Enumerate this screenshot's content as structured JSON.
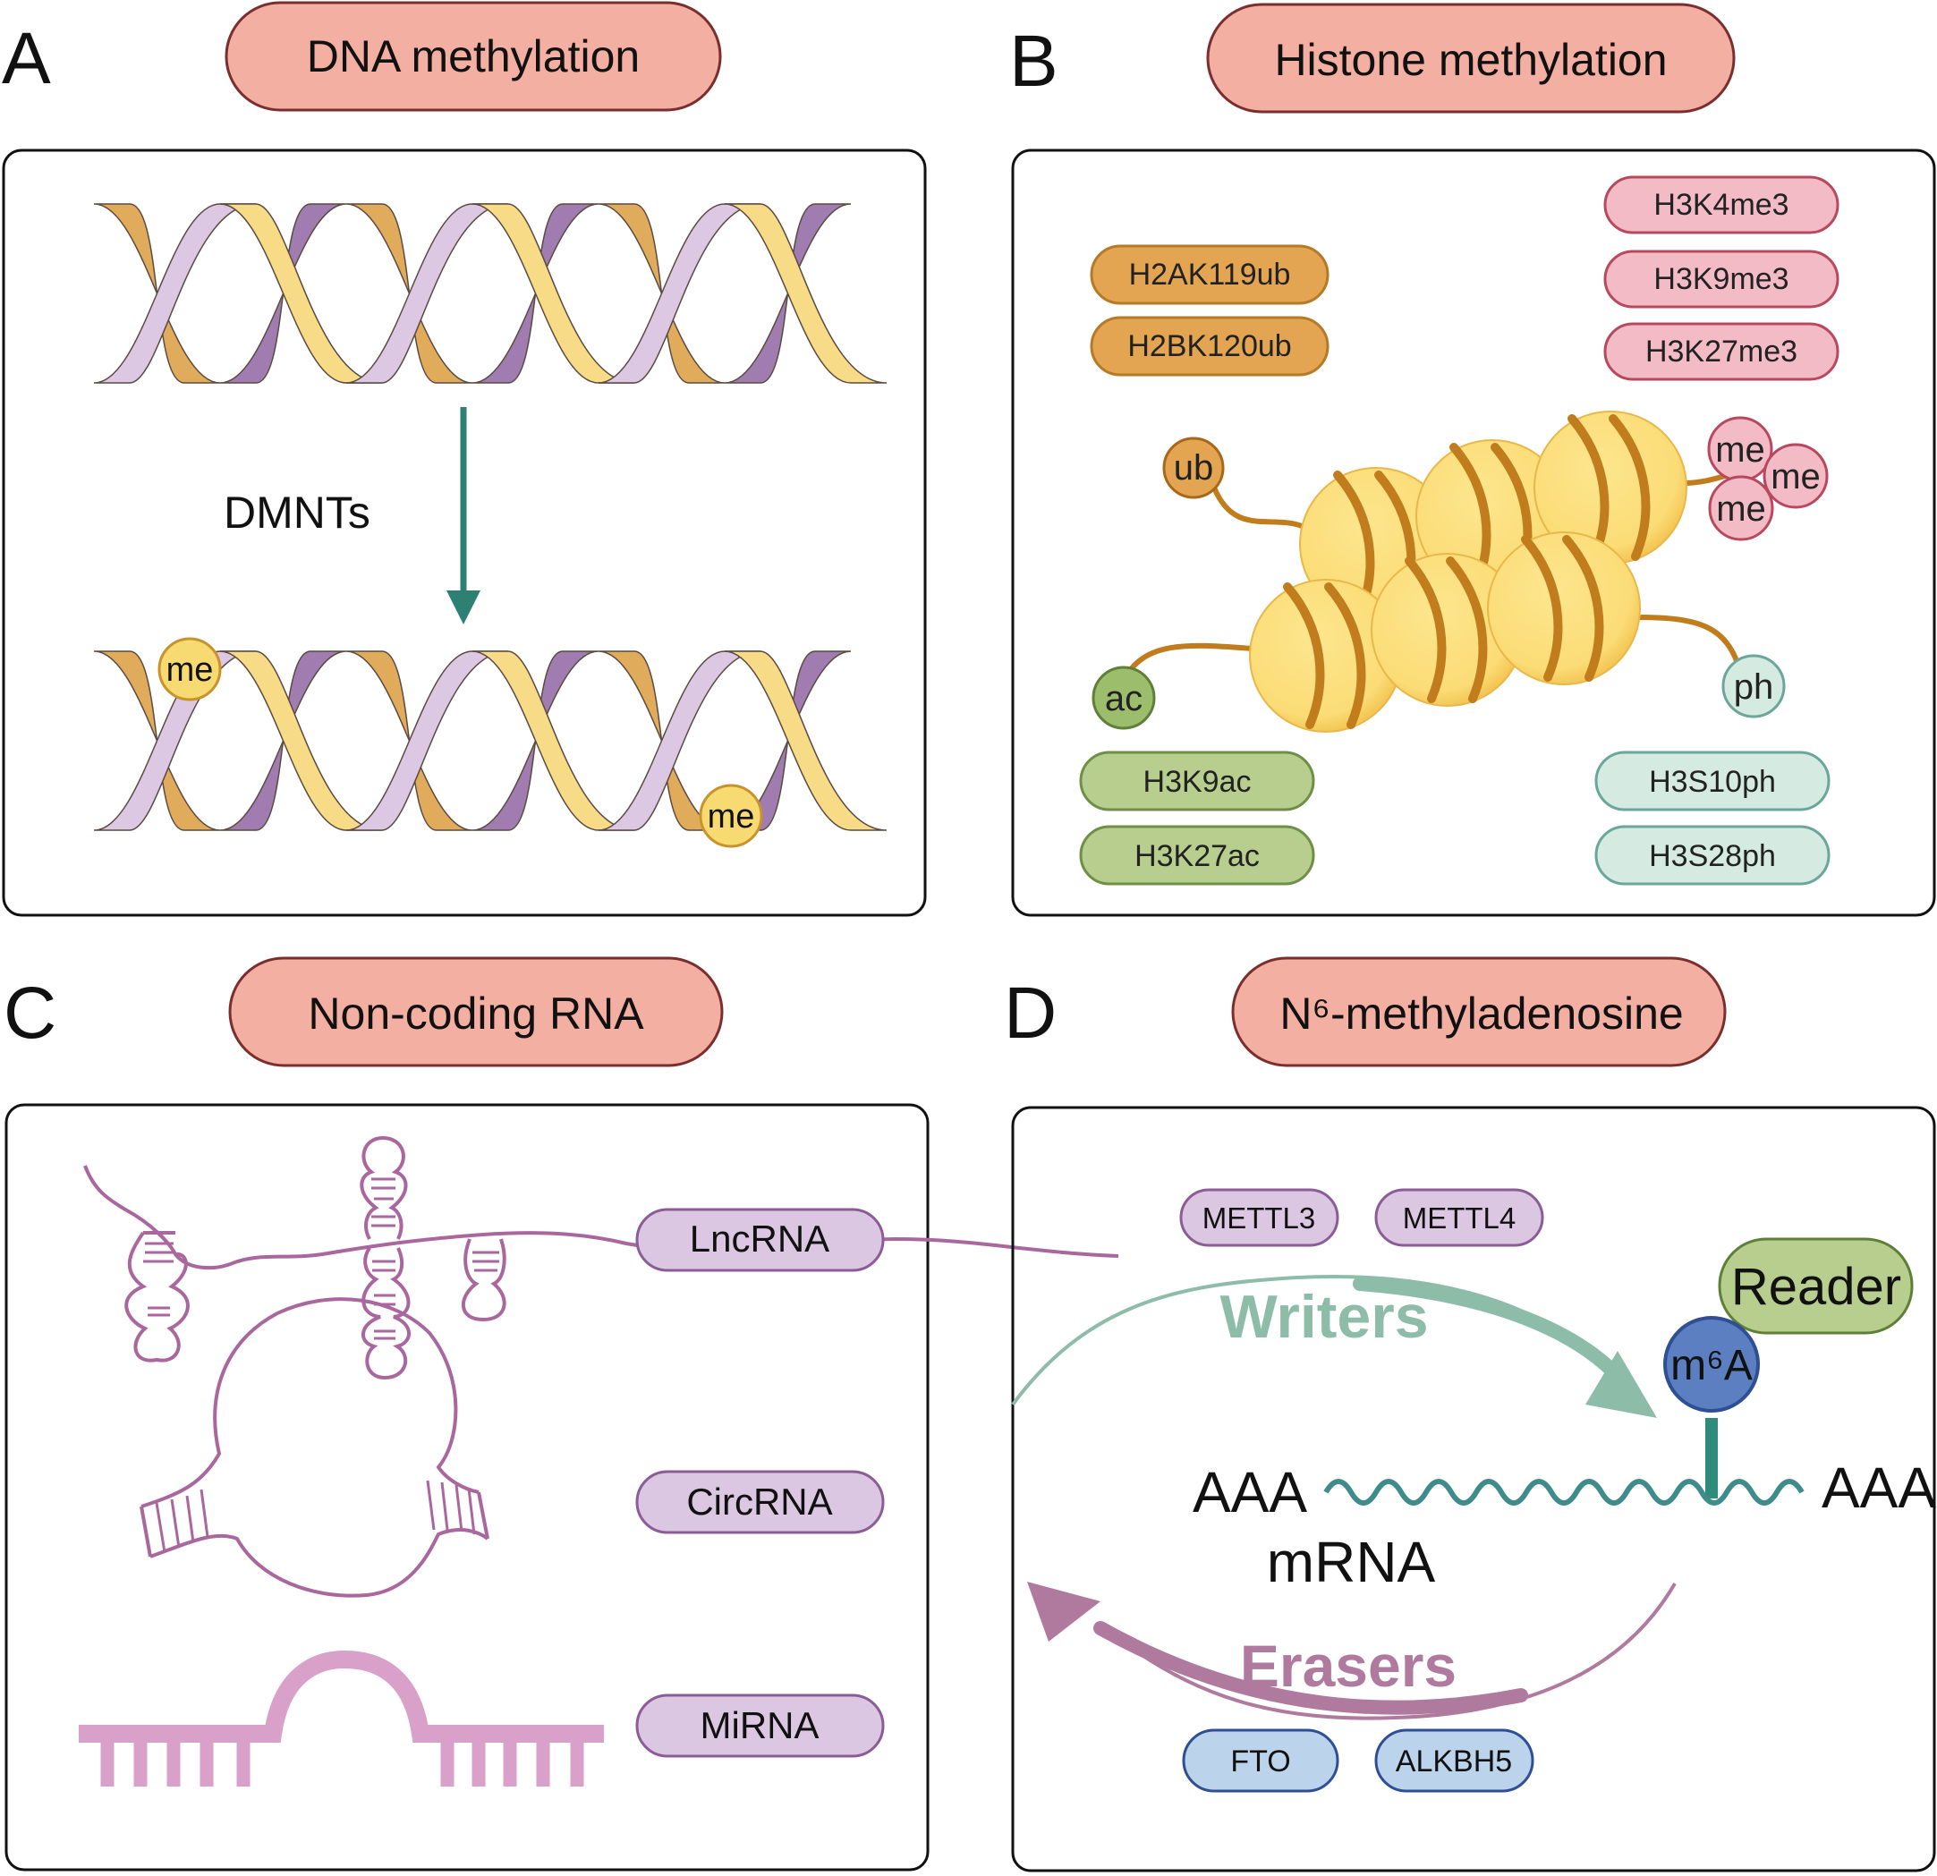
{
  "panels": [
    {
      "letter": "A",
      "title": "DNA methylation"
    },
    {
      "letter": "B",
      "title": "Histone methylation"
    },
    {
      "letter": "C",
      "title": "Non-coding RNA"
    },
    {
      "letter": "D",
      "title": "N⁶-methyladenosine"
    }
  ],
  "panel_a": {
    "enzyme_label": "DMNTs",
    "mark_label": "me",
    "colors": {
      "purple_light": "#DDC8E4",
      "purple_dark": "#A07CB0",
      "gold": "#E0AC5C",
      "yellow": "#F7DB86",
      "arrow": "#2E8073"
    }
  },
  "panel_b": {
    "ub_tags": [
      "H2AK119ub",
      "H2BK120ub"
    ],
    "me_tags": [
      "H3K4me3",
      "H3K9me3",
      "H3K27me3"
    ],
    "ac_tags": [
      "H3K9ac",
      "H3K27ac"
    ],
    "ph_tags": [
      "H3S10ph",
      "H3S28ph"
    ],
    "mods": {
      "ub": "ub",
      "me": "me",
      "ac": "ac",
      "ph": "ph"
    },
    "colors": {
      "ub": "#E3A552",
      "me": "#F3BBC6",
      "ac": "#B8CE8E",
      "ph": "#D5EBE1",
      "nucleosome": "#FBDC76",
      "dna": "#C17D1D"
    }
  },
  "panel_c": {
    "labels": [
      "LncRNA",
      "CircRNA",
      "MiRNA"
    ],
    "colors": {
      "tag": "#DCC7E2",
      "rna": "#A9679E",
      "mirna": "#D9A0C9"
    }
  },
  "panel_d": {
    "writer_tags": [
      "METTL3",
      "METTL4"
    ],
    "eraser_tags": [
      "FTO",
      "ALKBH5"
    ],
    "writers": "Writers",
    "erasers": "Erasers",
    "reader": "Reader",
    "mark": "m⁶A",
    "poly_a_left": "AAA",
    "poly_a_right": "AAA",
    "mrna": "mRNA",
    "colors": {
      "writers": "#8DBCA8",
      "erasers": "#B07A9E",
      "reader": "#B8CE8E",
      "m6a": "#5B7FC0",
      "eraser_tag": "#BCD3EC",
      "mrna": "#3F8C8A"
    }
  }
}
